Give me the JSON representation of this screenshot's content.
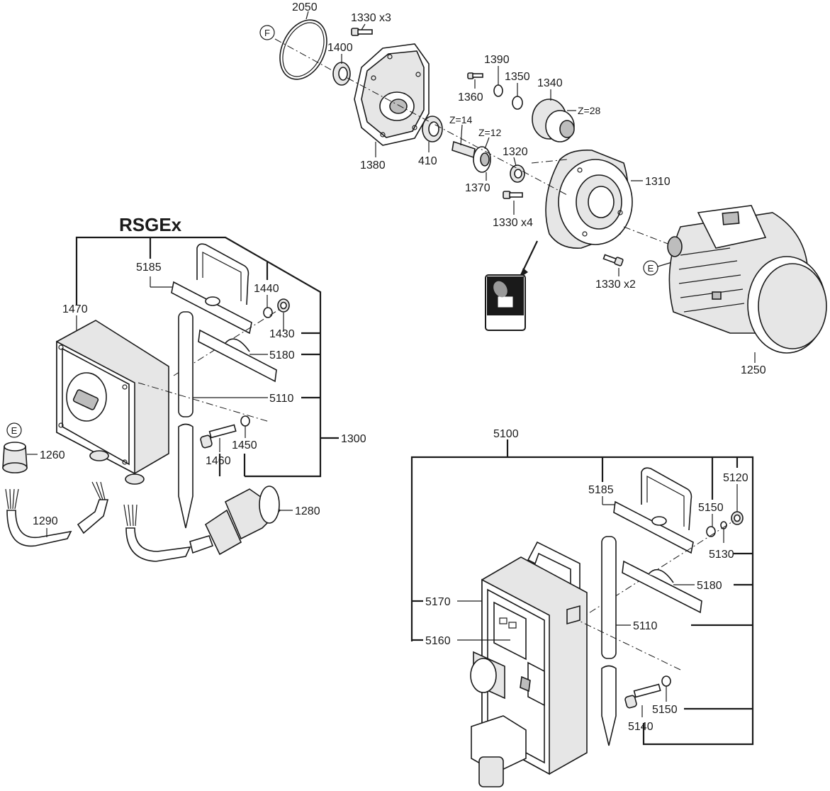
{
  "title": "RSGEx",
  "circle_markers": {
    "f": "F",
    "e_motor": "E",
    "e_fitting": "E"
  },
  "callouts": {
    "p2050": "2050",
    "p1330x3": "1330 x3",
    "p1400": "1400",
    "p1380": "1380",
    "p410": "410",
    "z14": "Z=14",
    "z12": "Z=12",
    "p1390": "1390",
    "p1350": "1350",
    "p1340": "1340",
    "z28": "Z=28",
    "p1360": "1360",
    "p1320": "1320",
    "p1370": "1370",
    "p1310": "1310",
    "p1330x4": "1330 x4",
    "p1330x2": "1330 x2",
    "p1250": "1250",
    "p5185_a": "5185",
    "p1440": "1440",
    "p1470": "1470",
    "p1430": "1430",
    "p5180_a": "5180",
    "p5110_a": "5110",
    "p1300": "1300",
    "p1450": "1450",
    "p1460": "1460",
    "p1260": "1260",
    "p1280": "1280",
    "p1290": "1290",
    "p5100": "5100",
    "p5120": "5120",
    "p5185_b": "5185",
    "p5150_a": "5150",
    "p5130": "5130",
    "p5180_b": "5180",
    "p5170": "5170",
    "p5110_b": "5110",
    "p5160": "5160",
    "p5150_b": "5150",
    "p5140": "5140"
  }
}
